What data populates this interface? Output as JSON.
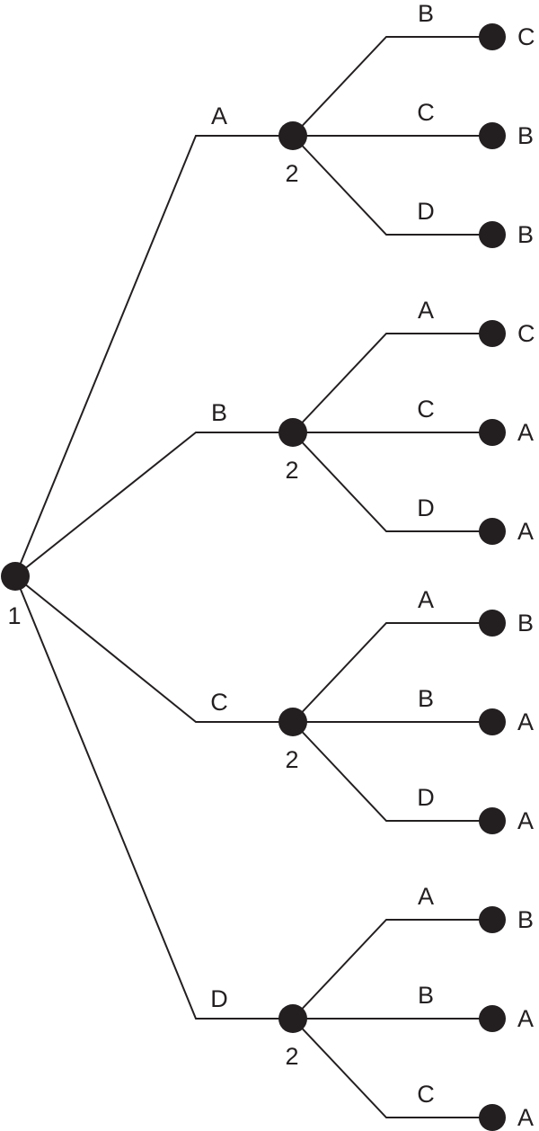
{
  "diagram": {
    "root": {
      "label": "1",
      "children": [
        {
          "edge_label": "A",
          "node_label": "2",
          "children": [
            {
              "edge_label": "B",
              "leaf_label": "C"
            },
            {
              "edge_label": "C",
              "leaf_label": "B"
            },
            {
              "edge_label": "D",
              "leaf_label": "B"
            }
          ]
        },
        {
          "edge_label": "B",
          "node_label": "2",
          "children": [
            {
              "edge_label": "A",
              "leaf_label": "C"
            },
            {
              "edge_label": "C",
              "leaf_label": "A"
            },
            {
              "edge_label": "D",
              "leaf_label": "A"
            }
          ]
        },
        {
          "edge_label": "C",
          "node_label": "2",
          "children": [
            {
              "edge_label": "A",
              "leaf_label": "B"
            },
            {
              "edge_label": "B",
              "leaf_label": "A"
            },
            {
              "edge_label": "D",
              "leaf_label": "A"
            }
          ]
        },
        {
          "edge_label": "D",
          "node_label": "2",
          "children": [
            {
              "edge_label": "A",
              "leaf_label": "B"
            },
            {
              "edge_label": "B",
              "leaf_label": "A"
            },
            {
              "edge_label": "C",
              "leaf_label": "A"
            }
          ]
        }
      ]
    }
  },
  "colors": {
    "ink": "#231f20",
    "background": "#ffffff"
  }
}
